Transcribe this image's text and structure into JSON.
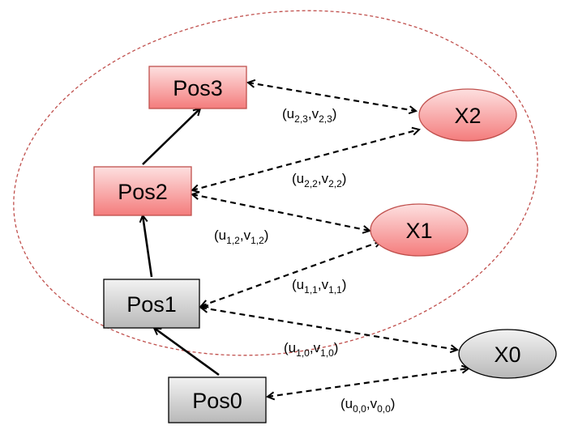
{
  "nodes": [
    {
      "id": "pos3",
      "label": "Pos3",
      "shape": "rect",
      "style": "highlight"
    },
    {
      "id": "pos2",
      "label": "Pos2",
      "shape": "rect",
      "style": "highlight"
    },
    {
      "id": "pos1",
      "label": "Pos1",
      "shape": "rect",
      "style": "plain"
    },
    {
      "id": "pos0",
      "label": "Pos0",
      "shape": "rect",
      "style": "plain"
    },
    {
      "id": "x2",
      "label": "X2",
      "shape": "ellipse",
      "style": "highlight"
    },
    {
      "id": "x1",
      "label": "X1",
      "shape": "ellipse",
      "style": "highlight"
    },
    {
      "id": "x0",
      "label": "X0",
      "shape": "ellipse",
      "style": "plain"
    }
  ],
  "motion_edges": [
    {
      "from": "pos0",
      "to": "pos1"
    },
    {
      "from": "pos1",
      "to": "pos2"
    },
    {
      "from": "pos2",
      "to": "pos3"
    }
  ],
  "observation_edges": [
    {
      "from": "pos3",
      "to": "x2",
      "label": {
        "u": "u",
        "us": "2,3",
        "v": "v",
        "vs": "2,3"
      }
    },
    {
      "from": "pos2",
      "to": "x2",
      "label": {
        "u": "u",
        "us": "2,2",
        "v": "v",
        "vs": "2,2"
      }
    },
    {
      "from": "pos2",
      "to": "x1",
      "label": {
        "u": "u",
        "us": "1,2",
        "v": "v",
        "vs": "1,2"
      }
    },
    {
      "from": "pos1",
      "to": "x1",
      "label": {
        "u": "u",
        "us": "1,1",
        "v": "v",
        "vs": "1,1"
      }
    },
    {
      "from": "pos1",
      "to": "x0",
      "label": {
        "u": "u",
        "us": "1,0",
        "v": "v",
        "vs": "1,0"
      }
    },
    {
      "from": "pos0",
      "to": "x0",
      "label": {
        "u": "u",
        "us": "0,0",
        "v": "v",
        "vs": "0,0"
      }
    }
  ],
  "colors": {
    "highlight_fill_top": "#fde0e0",
    "highlight_fill_bottom": "#f47c7c",
    "highlight_stroke": "#c0504d",
    "plain_fill_top": "#f2f2f2",
    "plain_fill_bottom": "#b8b8b8",
    "plain_stroke": "#000000",
    "window_outline": "#c0504d",
    "edge": "#000000"
  }
}
